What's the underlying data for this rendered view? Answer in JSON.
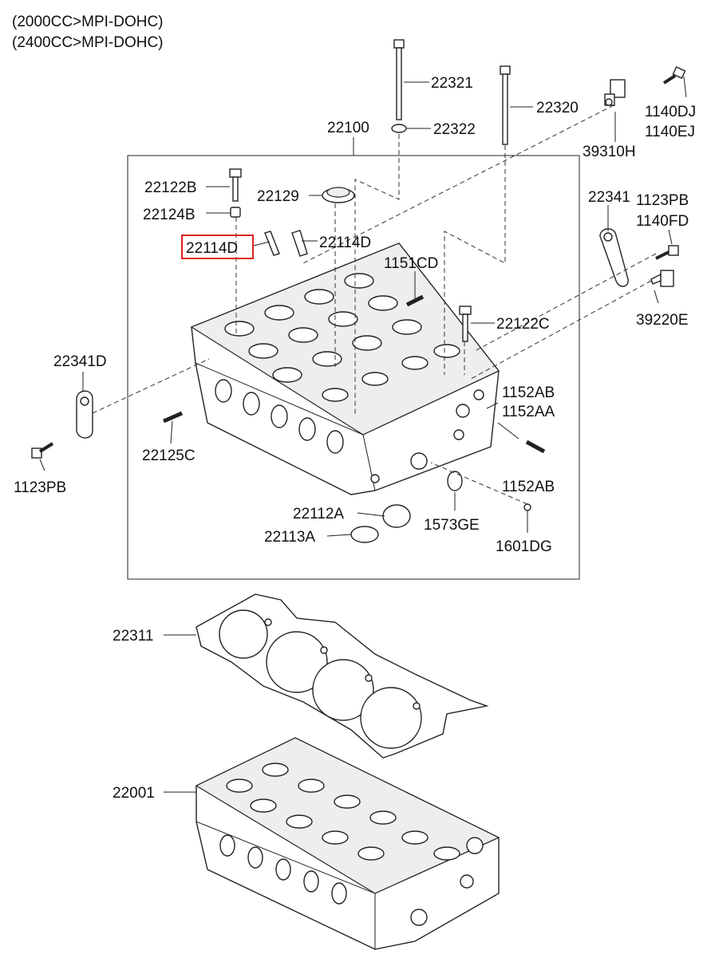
{
  "header": {
    "line1": "(2000CC>MPI-DOHC)",
    "line2": "(2400CC>MPI-DOHC)"
  },
  "labels": {
    "p22321": "22321",
    "p22322": "22322",
    "p22320": "22320",
    "p22100": "22100",
    "p1140DJ": "1140DJ",
    "p1140EJ": "1140EJ",
    "p39310H": "39310H",
    "p22122B": "22122B",
    "p22129": "22129",
    "p22124B": "22124B",
    "p22114D_sel": "22114D",
    "p22114D": "22114D",
    "p22341": "22341",
    "p1123PB_r": "1123PB",
    "p1140FD": "1140FD",
    "p1151CD": "1151CD",
    "p22122C": "22122C",
    "p39220E": "39220E",
    "p22341D": "22341D",
    "p1152AB_a": "1152AB",
    "p1152AA": "1152AA",
    "p22125C": "22125C",
    "p1123PB_l": "1123PB",
    "p1152AB_b": "1152AB",
    "p22112A": "22112A",
    "p1573GE": "1573GE",
    "p22113A": "22113A",
    "p1601DG": "1601DG",
    "p22311": "22311",
    "p22001": "22001"
  },
  "highlight": {
    "part": "22114D",
    "color": "#e02020"
  }
}
